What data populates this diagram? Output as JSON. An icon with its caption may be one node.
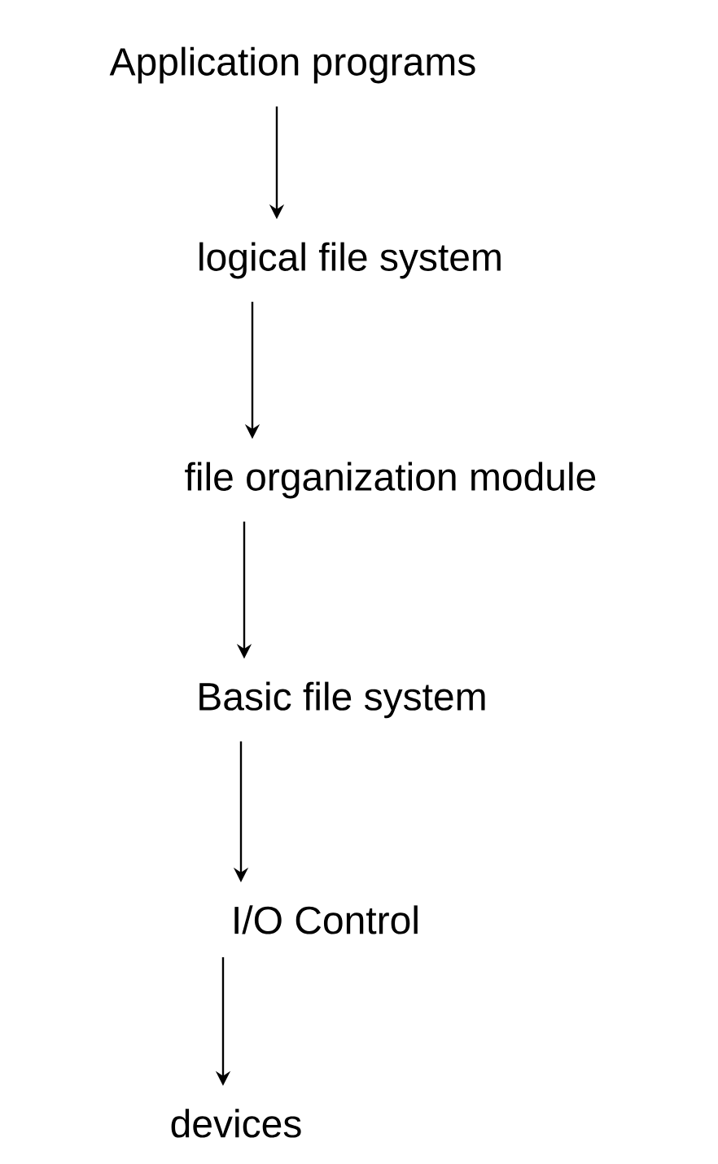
{
  "diagram": {
    "nodes": [
      {
        "text": [
          "Application programs"
        ]
      },
      {
        "text": [
          "logical file system"
        ]
      },
      {
        "text": [
          "file organization module"
        ]
      },
      {
        "text": [
          "Basic file system"
        ]
      },
      {
        "text": [
          "I/O Control"
        ]
      },
      {
        "text": [
          "devices"
        ]
      }
    ],
    "edges": [
      {
        "from": 0,
        "to": 1,
        "arrow": "to"
      },
      {
        "from": 1,
        "to": 2,
        "arrow": "to"
      },
      {
        "from": 2,
        "to": 3,
        "arrow": "to"
      },
      {
        "from": 3,
        "to": 4,
        "arrow": "to"
      },
      {
        "from": 4,
        "to": 5,
        "arrow": "to"
      }
    ]
  }
}
